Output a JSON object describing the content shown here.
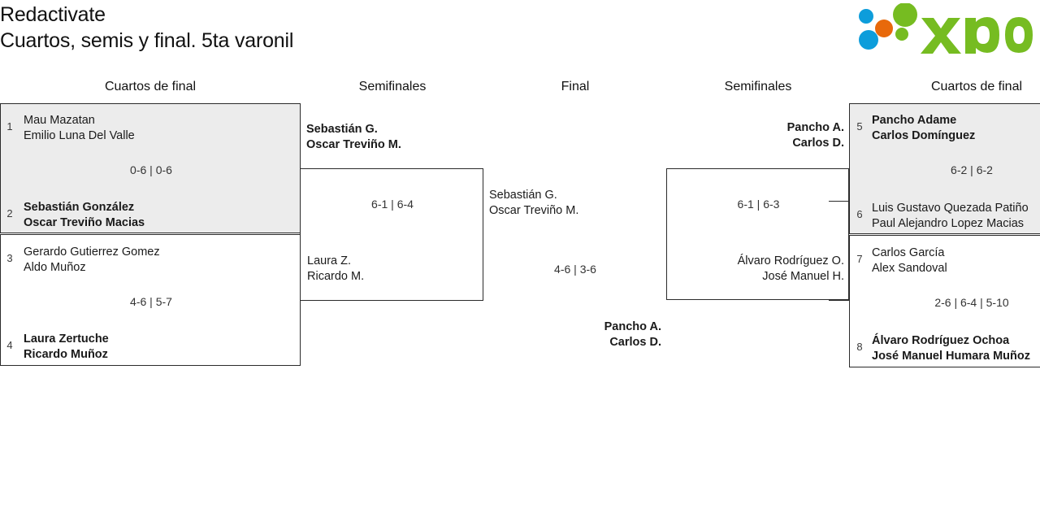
{
  "header": {
    "title": "Redactivate",
    "subtitle": "Cuartos, semis y final. 5ta varonil",
    "logo_text": "xporty",
    "logo_colors": {
      "green": "#76bc21",
      "blue": "#0d9ddb",
      "orange": "#e8690b"
    }
  },
  "rounds": [
    {
      "label": "Cuartos de final"
    },
    {
      "label": "Semifinales"
    },
    {
      "label": "Final"
    },
    {
      "label": "Semifinales"
    },
    {
      "label": "Cuartos de final"
    }
  ],
  "bracket": {
    "left_quarterfinals": [
      {
        "score": "0-6 | 0-6",
        "top": {
          "seed": "1",
          "player1": "Mau Mazatan",
          "player2": "Emilio Luna Del Valle",
          "winner": false
        },
        "bottom": {
          "seed": "2",
          "player1": "Sebastián González",
          "player2": "Oscar Treviño Macias",
          "winner": true
        }
      },
      {
        "score": "4-6 | 5-7",
        "top": {
          "seed": "3",
          "player1": "Gerardo Gutierrez Gomez",
          "player2": "Aldo Muñoz",
          "winner": false
        },
        "bottom": {
          "seed": "4",
          "player1": "Laura Zertuche",
          "player2": "Ricardo Muñoz",
          "winner": true
        }
      }
    ],
    "left_semifinal": {
      "score": "6-1 | 6-4",
      "top": {
        "player1": "Sebastián G.",
        "player2": "Oscar Treviño M.",
        "winner": true
      },
      "bottom": {
        "player1": "Laura Z.",
        "player2": "Ricardo M.",
        "winner": false
      }
    },
    "final": {
      "score": "4-6 | 3-6",
      "top": {
        "player1": "Sebastián G.",
        "player2": "Oscar Treviño M.",
        "winner": false
      },
      "bottom": {
        "player1": "Pancho A.",
        "player2": "Carlos D.",
        "winner": true
      }
    },
    "right_semifinal": {
      "score": "6-1 | 6-3",
      "top": {
        "player1": "Pancho A.",
        "player2": "Carlos D.",
        "winner": true
      },
      "bottom": {
        "player1": "Álvaro Rodríguez O.",
        "player2": "José Manuel H.",
        "winner": false
      }
    },
    "right_quarterfinals": [
      {
        "score": "6-2 | 6-2",
        "top": {
          "seed": "5",
          "player1": "Pancho Adame",
          "player2": "Carlos Domínguez",
          "winner": true
        },
        "bottom": {
          "seed": "6",
          "player1": "Luis Gustavo Quezada Patiño",
          "player2": "Paul Alejandro Lopez Macias",
          "winner": false
        }
      },
      {
        "score": "2-6 | 6-4 | 5-10",
        "top": {
          "seed": "7",
          "player1": "Carlos García",
          "player2": "Alex Sandoval",
          "winner": false
        },
        "bottom": {
          "seed": "8",
          "player1": "Álvaro Rodríguez Ochoa",
          "player2": "José Manuel Humara Muñoz",
          "winner": true
        }
      }
    ]
  }
}
